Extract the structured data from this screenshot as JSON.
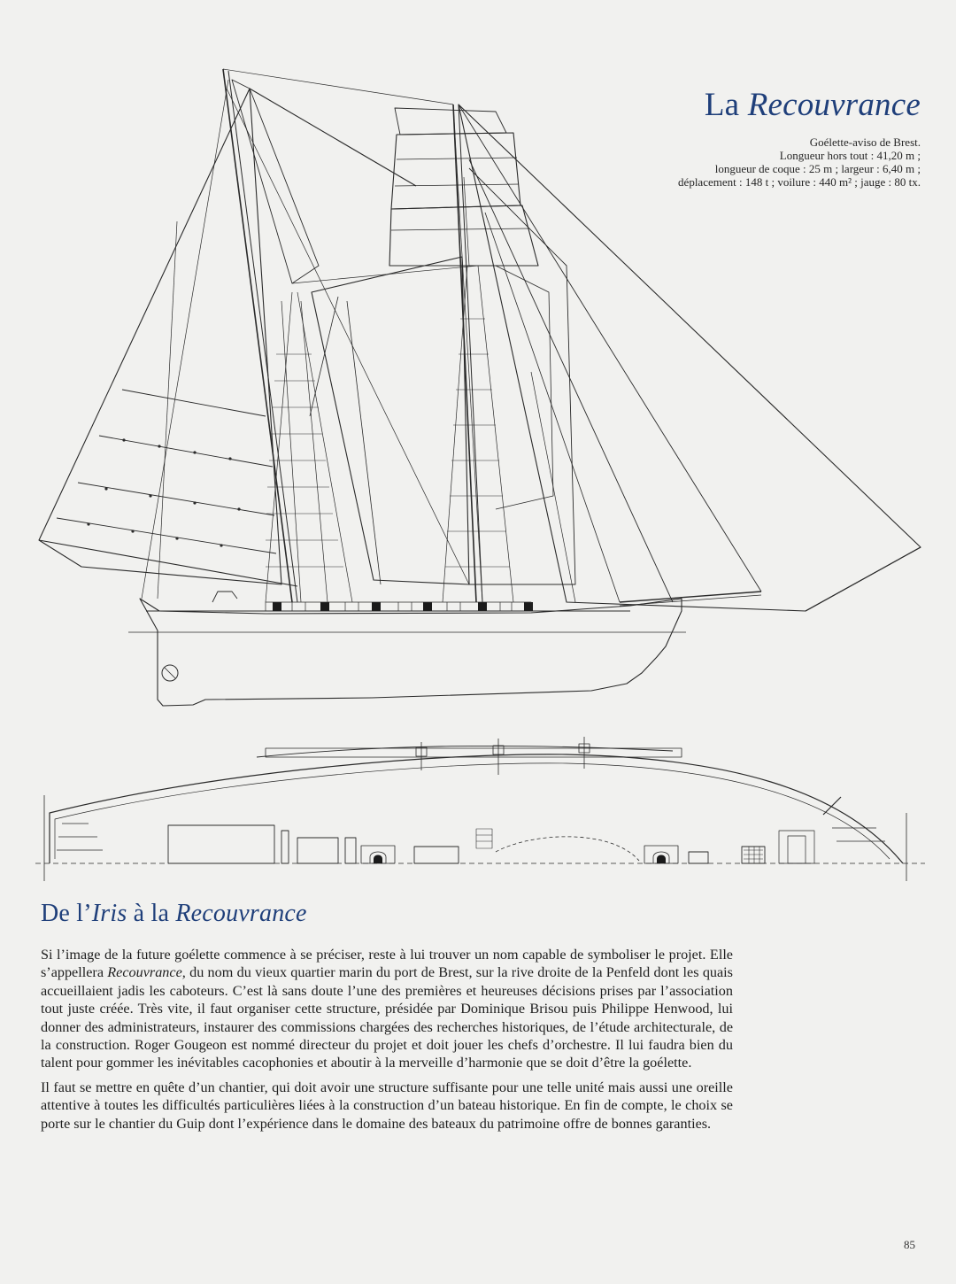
{
  "header": {
    "title_prefix": "La ",
    "title_ship": "Recouvrance",
    "spec_lines": [
      "Goélette-aviso de Brest.",
      "Longueur hors tout : 41,20 m ;",
      "longueur de coque : 25 m ; largeur : 6,40 m ;",
      "déplacement : 148 t ; voilure : 440 m² ; jauge : 80 tx."
    ]
  },
  "section": {
    "title_parts": [
      "De l’",
      "Iris",
      " à la ",
      "Recouvrance"
    ]
  },
  "body": {
    "p1_parts": [
      "Si l’image de la future goélette commence à se préciser, reste à lui trouver un nom capable de symboliser le projet. Elle s’appellera ",
      "Recouvrance,",
      " du nom du vieux quartier marin du port de Brest, sur la rive droite de la Penfeld dont les quais accueillaient jadis les caboteurs. C’est là sans doute l’une des premières et heureuses décisions prises par l’association tout juste créée. Très vite, il faut organiser cette structure, présidée par Dominique Brisou puis Philippe Henwood, lui donner des administrateurs, instaurer des commissions chargées des recherches historiques, de l’étude architecturale, de la construction. Roger Gougeon est nommé directeur du projet et doit jouer les chefs d’orchestre. Il lui faudra bien du talent pour gommer les inévitables cacophonies et aboutir à la merveille d’harmonie que se doit d’être la goélette."
    ],
    "p2": "Il faut se mettre en quête d’un chantier, qui doit avoir une structure suffisante pour une telle unité mais aussi une oreille attentive à toutes les difficultés particulières liées à la construction d’un bateau historique. En fin de compte, le choix se porte sur le chantier du Guip dont l’expérience dans le domaine des bateaux du patrimoine offre de bonnes garanties."
  },
  "footer": {
    "page_number": "85"
  },
  "colors": {
    "title": "#1f3f7a",
    "paper": "#f1f1ef",
    "ink": "#1e1e1e"
  }
}
